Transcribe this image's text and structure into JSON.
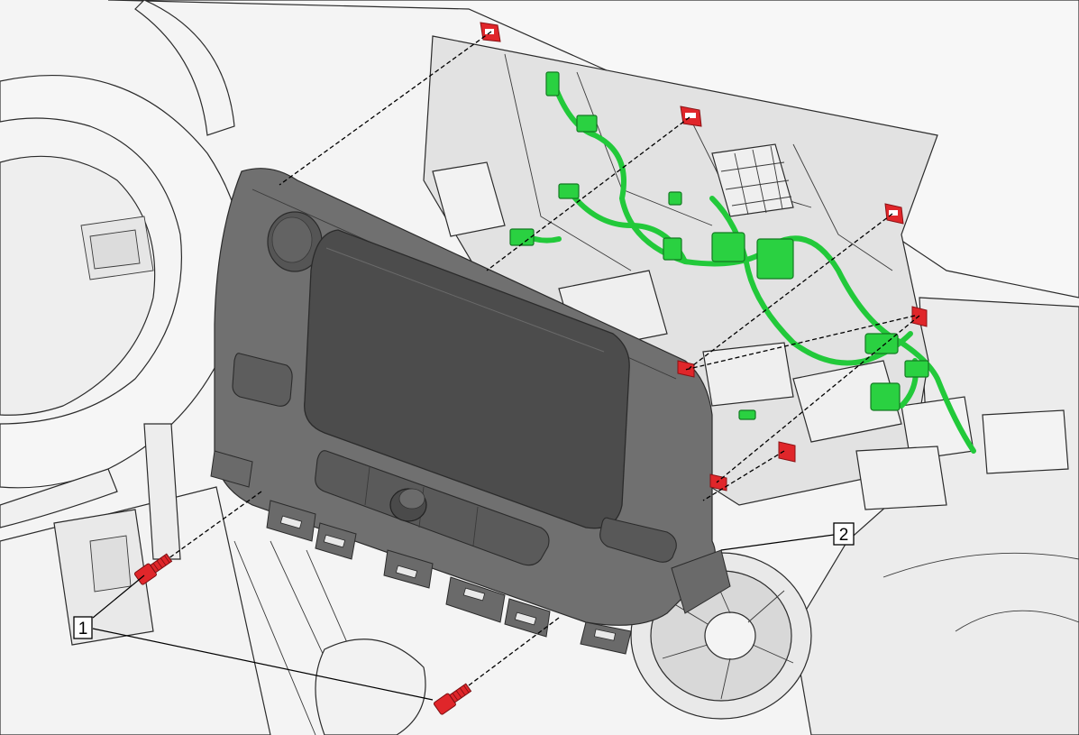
{
  "callouts": [
    {
      "id": "1",
      "label": "1",
      "refers_to": "bolts"
    },
    {
      "id": "2",
      "label": "2",
      "refers_to": "radio-control-unit"
    }
  ],
  "colors": {
    "wiring_harness": "#22c93a",
    "clips": "#e0262a",
    "bolts": "#e0262a",
    "module_body": "#6f6f6f",
    "display": "#4e4e4e",
    "dash_panels": "#ececec",
    "outline": "#2b2b2b"
  }
}
